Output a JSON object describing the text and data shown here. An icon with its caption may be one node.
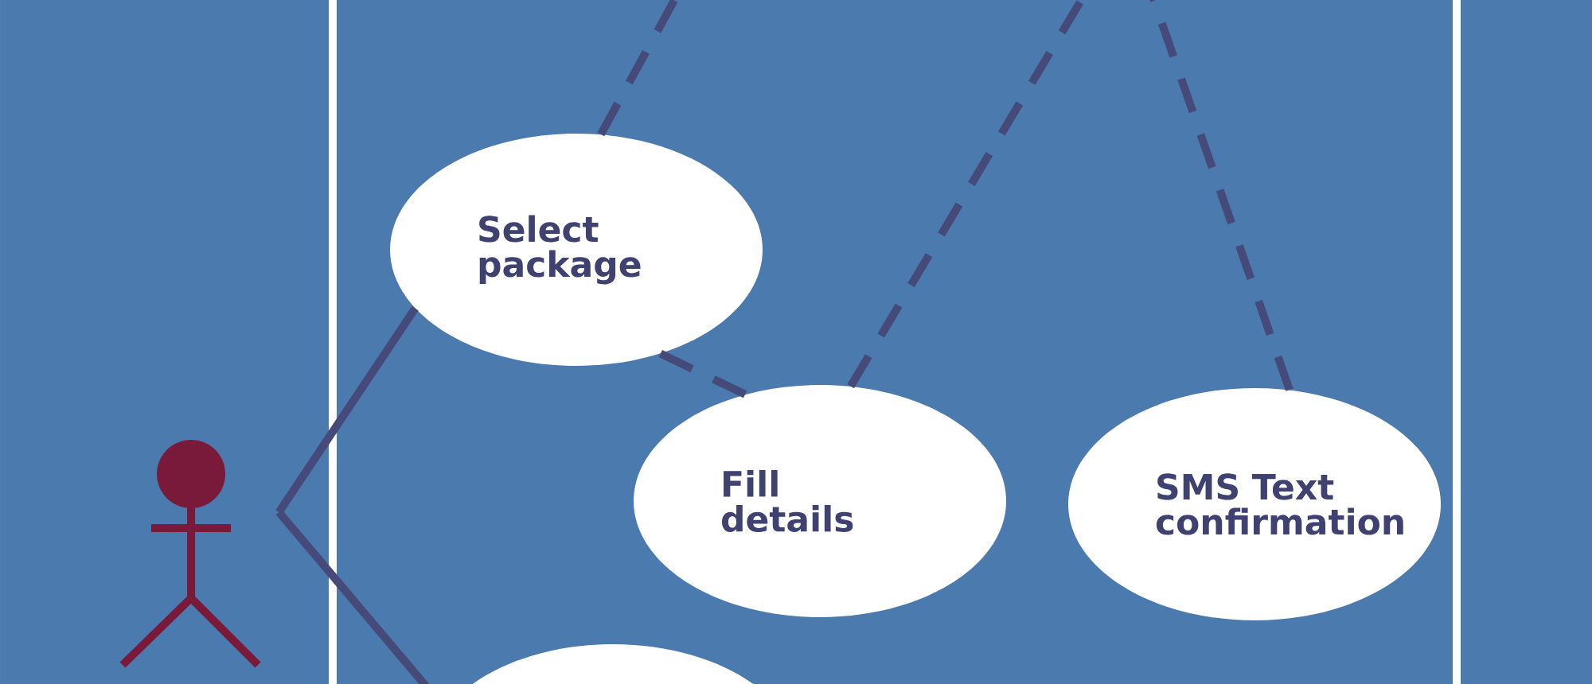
{
  "diagram": {
    "nodes": [
      {
        "text": [],
        "shape": "person"
      },
      {
        "text": [
          "Select package"
        ]
      },
      {
        "text": [
          "Fill details"
        ]
      },
      {
        "text": [
          "SMS Text confirmation"
        ]
      },
      {
        "text": [],
        "shape": "ellipse"
      }
    ],
    "edges": [
      {
        "from": 0,
        "to": 1,
        "arrow": "none"
      },
      {
        "from": 0,
        "to": 4,
        "arrow": "none"
      },
      {
        "from": 1,
        "to": 2,
        "arrow": "none",
        "style": "dashed"
      },
      {
        "from": 1,
        "to": null,
        "arrow": "none",
        "style": "dashed"
      },
      {
        "from": 2,
        "to": null,
        "arrow": "none",
        "style": "dashed"
      },
      {
        "from": 3,
        "to": null,
        "arrow": "none",
        "style": "dashed"
      }
    ]
  }
}
